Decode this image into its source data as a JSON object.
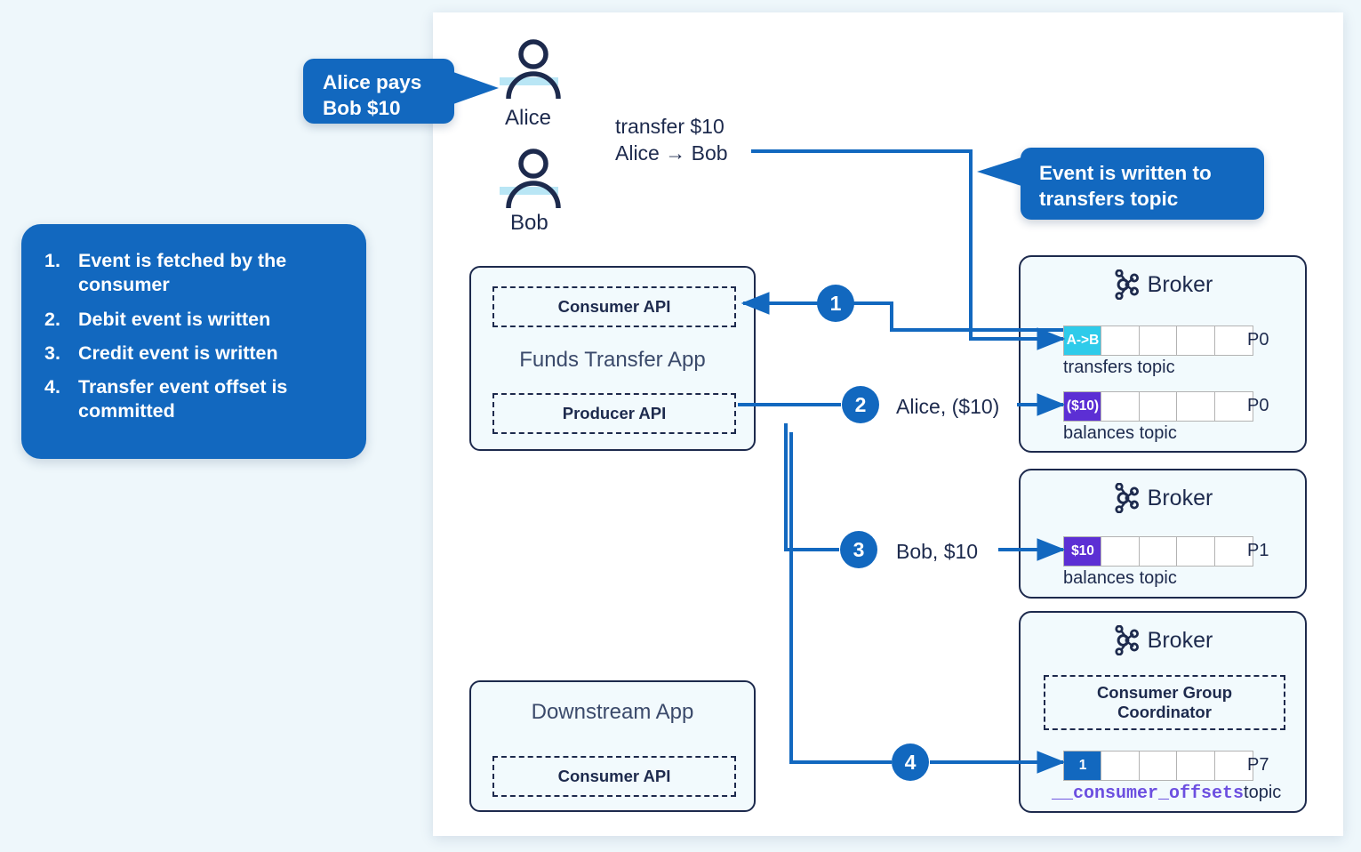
{
  "callouts": [
    {
      "id": "alice-pays",
      "text": "Alice pays\nBob $10"
    },
    {
      "id": "event-written",
      "text": "Event is written to\ntransfers topic"
    }
  ],
  "steps_legend": {
    "items": [
      {
        "num": "1.",
        "text": "Event is fetched by the consumer"
      },
      {
        "num": "2.",
        "text": "Debit event is written"
      },
      {
        "num": "3.",
        "text": "Credit event is written"
      },
      {
        "num": "4.",
        "text": "Transfer event offset is committed"
      }
    ]
  },
  "people": [
    {
      "name": "Alice",
      "icon": "person-icon"
    },
    {
      "name": "Bob",
      "icon": "person-icon"
    }
  ],
  "transfer_note": "transfer $10\nAlice → Bob",
  "apps": [
    {
      "title": "Funds Transfer App",
      "modules": [
        {
          "label": "Consumer API"
        },
        {
          "label": "Producer API"
        }
      ]
    },
    {
      "title": "Downstream App",
      "modules": [
        {
          "label": "Consumer API"
        }
      ]
    }
  ],
  "brokers": [
    {
      "label": "Broker",
      "icon": "kafka-icon",
      "partitions": [
        {
          "topic": "transfers topic",
          "topic_mono": "",
          "partition_id": "P0",
          "cells": [
            {
              "value": "A->B",
              "fill": "cyan"
            },
            {
              "value": "",
              "fill": "none"
            },
            {
              "value": "",
              "fill": "none"
            },
            {
              "value": "",
              "fill": "none"
            },
            {
              "value": "",
              "fill": "none"
            }
          ]
        },
        {
          "topic": "balances topic",
          "topic_mono": "",
          "partition_id": "P0",
          "cells": [
            {
              "value": "($10)",
              "fill": "purple"
            },
            {
              "value": "",
              "fill": "none"
            },
            {
              "value": "",
              "fill": "none"
            },
            {
              "value": "",
              "fill": "none"
            },
            {
              "value": "",
              "fill": "none"
            }
          ]
        }
      ]
    },
    {
      "label": "Broker",
      "icon": "kafka-icon",
      "partitions": [
        {
          "topic": "balances topic",
          "topic_mono": "",
          "partition_id": "P1",
          "cells": [
            {
              "value": "$10",
              "fill": "purple"
            },
            {
              "value": "",
              "fill": "none"
            },
            {
              "value": "",
              "fill": "none"
            },
            {
              "value": "",
              "fill": "none"
            },
            {
              "value": "",
              "fill": "none"
            }
          ]
        }
      ]
    },
    {
      "label": "Broker",
      "icon": "kafka-icon",
      "module": {
        "label": "Consumer Group\nCoordinator"
      },
      "partitions": [
        {
          "topic": "topic",
          "topic_mono": "__consumer_offsets",
          "partition_id": "P7",
          "cells": [
            {
              "value": "1",
              "fill": "blue"
            },
            {
              "value": "",
              "fill": "none"
            },
            {
              "value": "",
              "fill": "none"
            },
            {
              "value": "",
              "fill": "none"
            },
            {
              "value": "",
              "fill": "none"
            }
          ]
        }
      ]
    }
  ],
  "flow_steps": [
    {
      "num": "1",
      "label": ""
    },
    {
      "num": "2",
      "label": "Alice, ($10)"
    },
    {
      "num": "3",
      "label": "Bob, $10"
    },
    {
      "num": "4",
      "label": ""
    }
  ],
  "colors": {
    "accent_blue": "#1268bf",
    "navy": "#1d2a4d",
    "cyan": "#2ecbea",
    "purple": "#5c2fd4",
    "mono_purple": "#6c4fe0",
    "page_bg": "#eef7fb",
    "box_bg": "#f2fafd"
  }
}
